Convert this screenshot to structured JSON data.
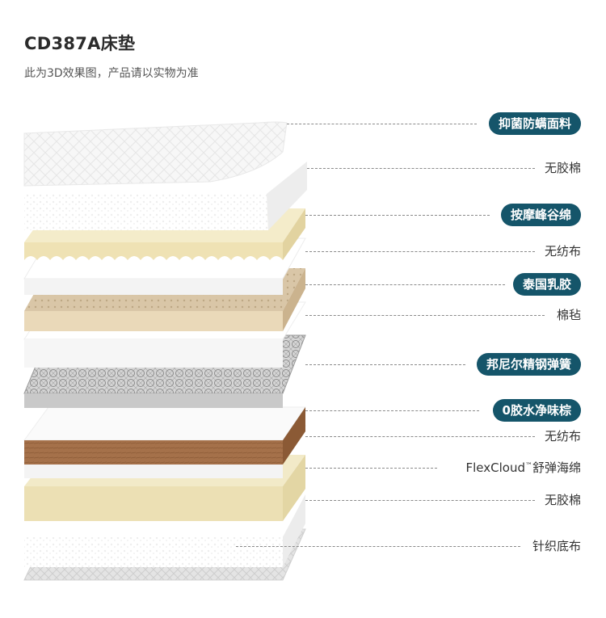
{
  "header": {
    "title": "CD387A床垫",
    "subtitle": "此为3D效果图，产品请以实物为准"
  },
  "layers": [
    {
      "label": "抑菌防螨面料",
      "highlight": true
    },
    {
      "label": "无胶棉",
      "highlight": false
    },
    {
      "label": "按摩峰谷绵",
      "highlight": true
    },
    {
      "label": "无纺布",
      "highlight": false
    },
    {
      "label": "泰国乳胶",
      "highlight": true
    },
    {
      "label": "棉毡",
      "highlight": false
    },
    {
      "label": "邦尼尔精钢弹簧",
      "highlight": true
    },
    {
      "label": "0胶水净味棕",
      "highlight": true
    },
    {
      "label": "无纺布",
      "highlight": false
    },
    {
      "label": "FlexCloud",
      "suffix": "™",
      "tail": "舒弹海绵",
      "highlight": false
    },
    {
      "label": "无胶棉",
      "highlight": false
    },
    {
      "label": "针织底布",
      "highlight": false
    }
  ],
  "colors": {
    "pill_bg": "#15556a",
    "pill_text": "#ffffff",
    "latex": "#d8c3a3",
    "coir": "#a5714a",
    "cream": "#efe6c4"
  }
}
